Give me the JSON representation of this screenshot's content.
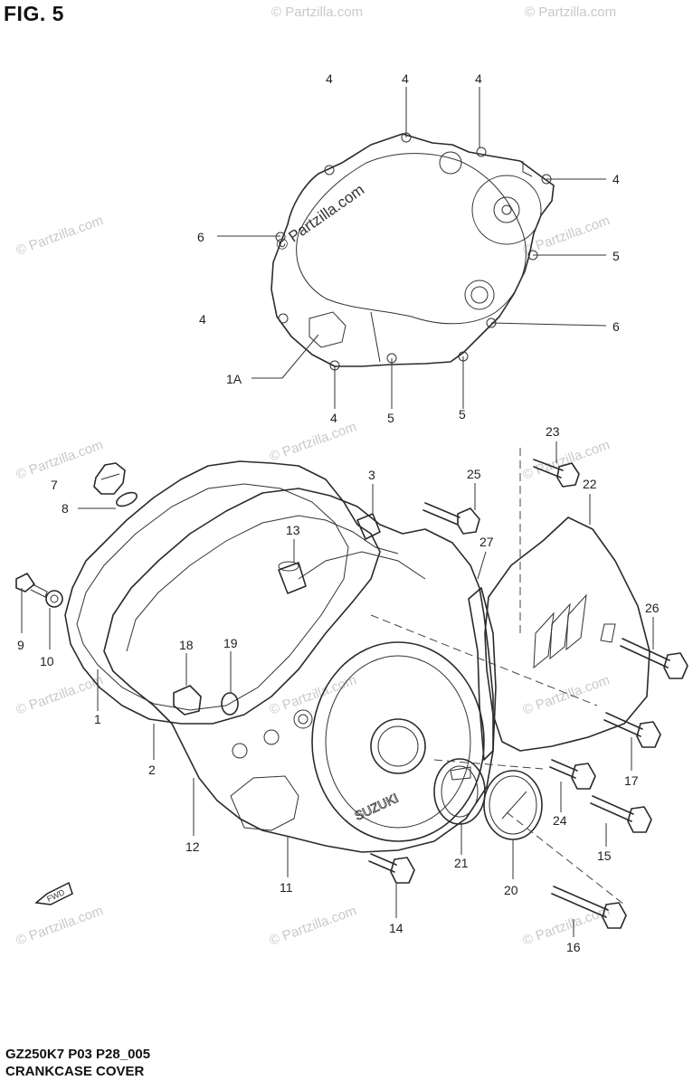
{
  "figure": {
    "title": "FIG. 5",
    "code": "GZ250K7 P03 P28_005",
    "name": "CRANKCASE COVER"
  },
  "watermark": {
    "text": "© Partzilla.com",
    "color": "#c9c9c9"
  },
  "fwd_stamp": "FWD",
  "callouts": [
    {
      "id": "c-4a",
      "label": "4"
    },
    {
      "id": "c-4b",
      "label": "4"
    },
    {
      "id": "c-4c",
      "label": "4"
    },
    {
      "id": "c-4d",
      "label": "4"
    },
    {
      "id": "c-6a",
      "label": "6"
    },
    {
      "id": "c-5a",
      "label": "5"
    },
    {
      "id": "c-4e",
      "label": "4"
    },
    {
      "id": "c-6b",
      "label": "6"
    },
    {
      "id": "c-1a",
      "label": "1A"
    },
    {
      "id": "c-4f",
      "label": "4"
    },
    {
      "id": "c-5b",
      "label": "5"
    },
    {
      "id": "c-5c",
      "label": "5"
    },
    {
      "id": "c-23",
      "label": "23"
    },
    {
      "id": "c-7",
      "label": "7"
    },
    {
      "id": "c-3",
      "label": "3"
    },
    {
      "id": "c-25",
      "label": "25"
    },
    {
      "id": "c-22",
      "label": "22"
    },
    {
      "id": "c-8",
      "label": "8"
    },
    {
      "id": "c-13",
      "label": "13"
    },
    {
      "id": "c-27",
      "label": "27"
    },
    {
      "id": "c-26",
      "label": "26"
    },
    {
      "id": "c-9",
      "label": "9"
    },
    {
      "id": "c-18",
      "label": "18"
    },
    {
      "id": "c-19",
      "label": "19"
    },
    {
      "id": "c-10",
      "label": "10"
    },
    {
      "id": "c-1",
      "label": "1"
    },
    {
      "id": "c-2",
      "label": "2"
    },
    {
      "id": "c-17",
      "label": "17"
    },
    {
      "id": "c-24",
      "label": "24"
    },
    {
      "id": "c-12",
      "label": "12"
    },
    {
      "id": "c-15",
      "label": "15"
    },
    {
      "id": "c-11",
      "label": "11"
    },
    {
      "id": "c-21",
      "label": "21"
    },
    {
      "id": "c-20",
      "label": "20"
    },
    {
      "id": "c-14",
      "label": "14"
    },
    {
      "id": "c-16",
      "label": "16"
    }
  ]
}
